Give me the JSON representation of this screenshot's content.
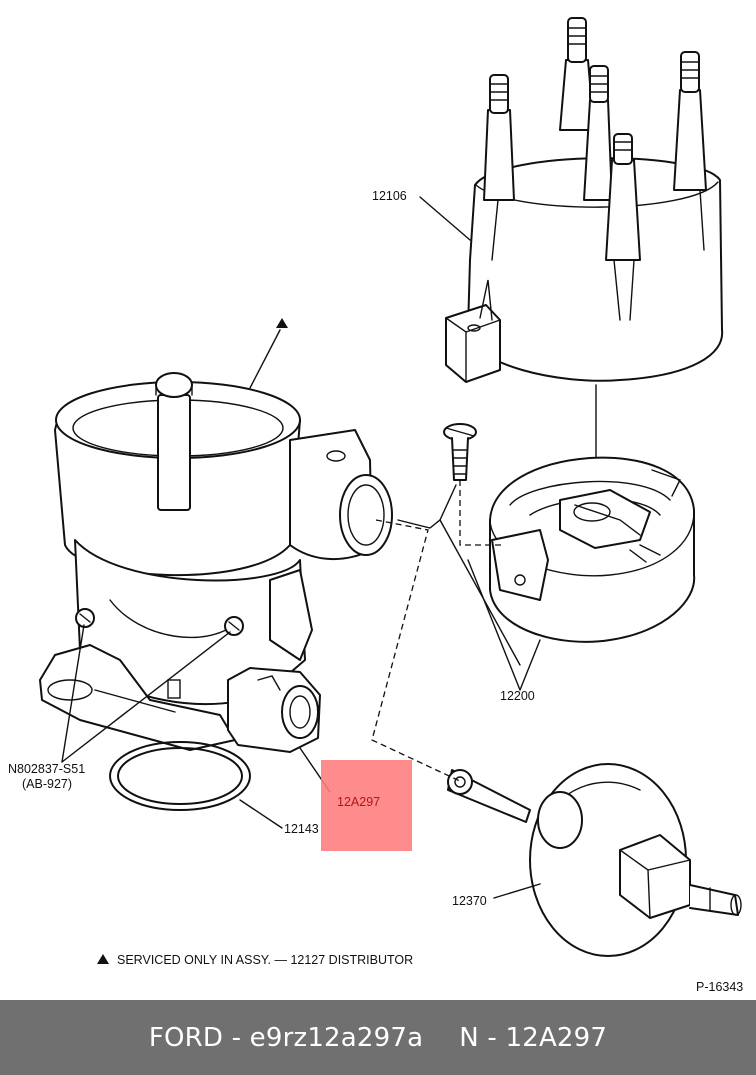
{
  "diagram": {
    "highlight_color": "#ff7f7f",
    "labels": {
      "cap": "12106",
      "rotor": "12200",
      "vacuum_advance": "12370",
      "gasket": "12143",
      "screw": "N802837-S51",
      "screw_ref": "(AB-927)",
      "highlighted_part": "12A297",
      "service_note": "SERVICED ONLY IN ASSY. — 12127 DISTRIBUTOR",
      "figure_number": "P-16343"
    }
  },
  "footer": {
    "brand_part": "FORD - e9rz12a297a",
    "part_number": "N - 12A297"
  }
}
